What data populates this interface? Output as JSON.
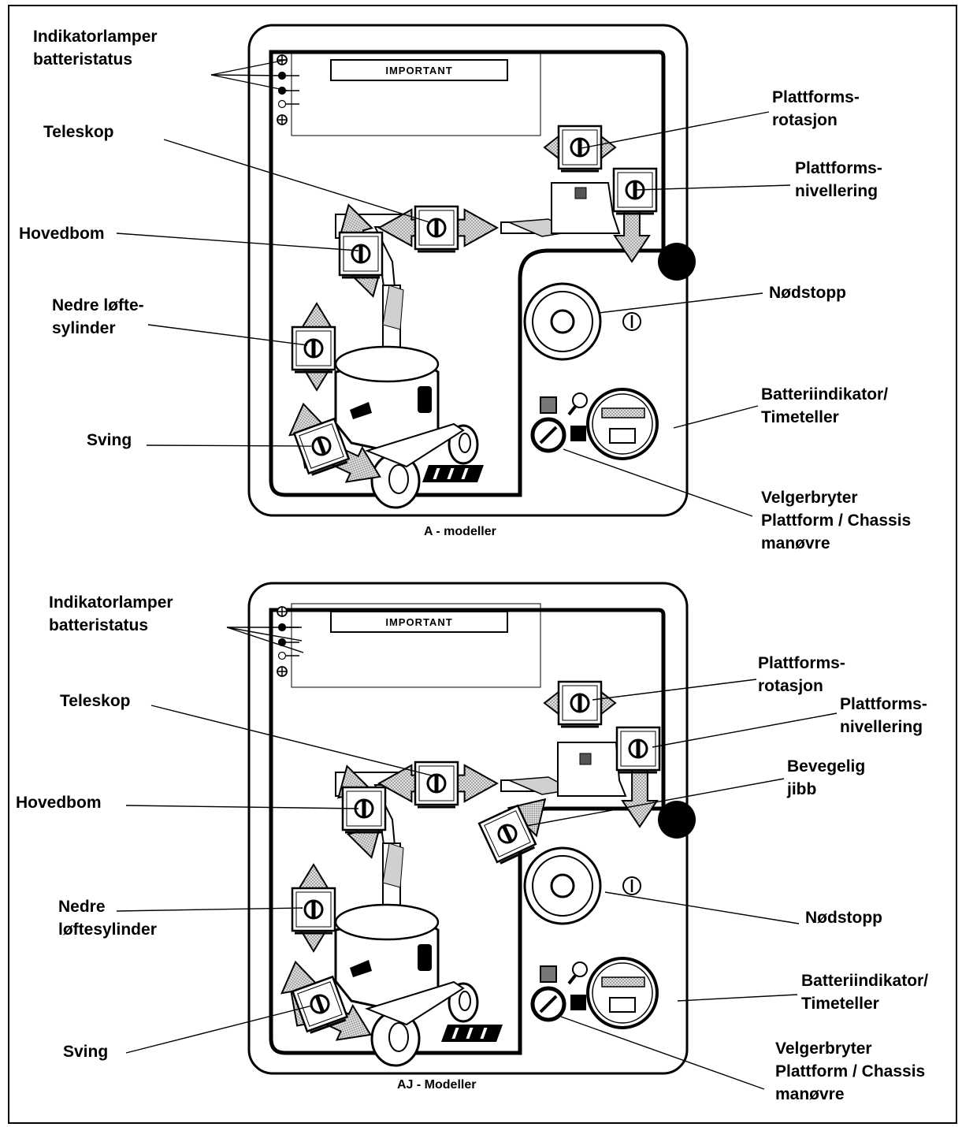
{
  "panels": [
    {
      "caption": "A - modeller",
      "decal_text": "IMPORTANT",
      "labels": {
        "indicator_lamps": [
          "Indikatorlamper",
          "batteristatus"
        ],
        "platform_rotation": [
          "Plattforms-",
          "rotasjon"
        ],
        "telescope": [
          "Teleskop"
        ],
        "platform_leveling": [
          "Plattforms-",
          "nivellering"
        ],
        "main_boom": [
          "Hovedbom"
        ],
        "emergency_stop": [
          "Nødstopp"
        ],
        "lower_lift_cylinder": [
          "Nedre løfte-",
          "sylinder"
        ],
        "battery_indicator": [
          "Batteriindikator/",
          "Timeteller"
        ],
        "swing": [
          "Sving"
        ],
        "selector_switch": [
          "Velgerbryter",
          "Plattform / Chassis",
          "manøvre"
        ]
      }
    },
    {
      "caption": "AJ - Modeller",
      "decal_text": "IMPORTANT",
      "labels": {
        "indicator_lamps": [
          "Indikatorlamper",
          "batteristatus"
        ],
        "platform_rotation": [
          "Plattforms-",
          "rotasjon"
        ],
        "telescope": [
          "Teleskop"
        ],
        "platform_leveling": [
          "Plattforms-",
          "nivellering"
        ],
        "articulating_jib": [
          "Bevegelig",
          "jibb"
        ],
        "main_boom": [
          "Hovedbom"
        ],
        "lower_lift_cylinder": [
          "Nedre",
          "løftesylinder"
        ],
        "emergency_stop": [
          "Nødstopp"
        ],
        "battery_indicator": [
          "Batteriindikator/",
          "Timeteller"
        ],
        "swing": [
          "Sving"
        ],
        "selector_switch": [
          "Velgerbryter",
          "Plattform / Chassis",
          "manøvre"
        ]
      }
    }
  ],
  "colors": {
    "ink": "#000000",
    "arrow_fill": "#c8c8c8",
    "paper": "#ffffff"
  }
}
